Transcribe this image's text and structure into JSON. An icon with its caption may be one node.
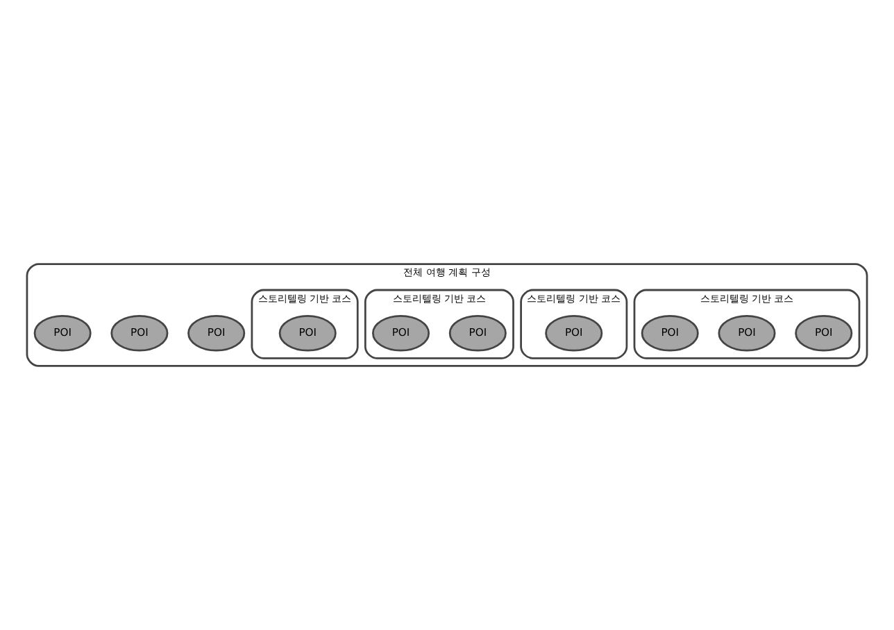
{
  "diagram": {
    "nodes": [
      {
        "text": [
          "전체 여행 계획 구성"
        ]
      },
      {
        "text": [
          "스토리텔링 기반 코스"
        ],
        "in": 0
      },
      {
        "text": [
          "POI"
        ],
        "in": 1
      },
      {
        "text": [
          "POI"
        ],
        "in": 1
      },
      {
        "text": [
          "POI"
        ],
        "in": 1
      },
      {
        "text": [
          "스토리텔링 기반 코스"
        ],
        "in": 0
      },
      {
        "text": [
          "스토리텔링 기반 코스"
        ],
        "in": 0
      },
      {
        "text": [
          "스토리텔링 기반 코스"
        ],
        "in": 0
      },
      {
        "text": [
          "POI"
        ],
        "in": 5
      },
      {
        "text": [
          "POI"
        ],
        "in": 0
      },
      {
        "text": [
          "POI"
        ],
        "in": 6
      },
      {
        "text": [
          "POI"
        ],
        "in": 0
      },
      {
        "text": [
          "POI"
        ],
        "in": 6
      },
      {
        "text": [
          "POI"
        ],
        "in": 0
      },
      {
        "text": [
          "POI"
        ],
        "in": 7
      }
    ],
    "edges": []
  }
}
